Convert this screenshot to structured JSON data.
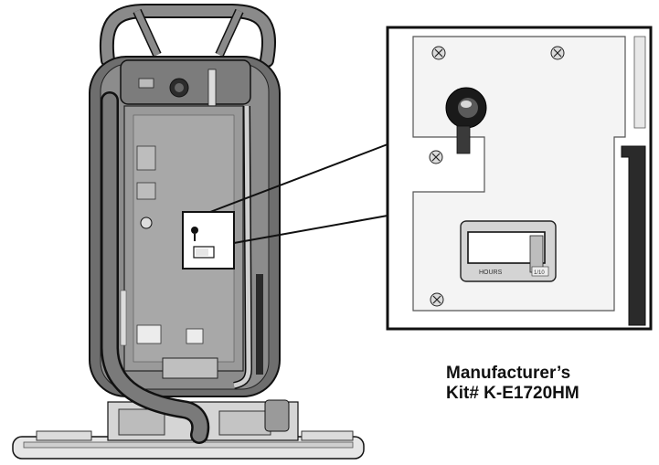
{
  "caption": {
    "line1": "Manufacturer’s",
    "line2": "Kit# K-E1720HM"
  },
  "hour_meter": {
    "label": "HOURS",
    "tenths_label": "1/10"
  },
  "colors": {
    "machine_body": "#8c8c8c",
    "machine_dark": "#3a3a3a",
    "panel_light": "#d9d9d9",
    "outline": "#111111",
    "caption_text": "#111111"
  }
}
